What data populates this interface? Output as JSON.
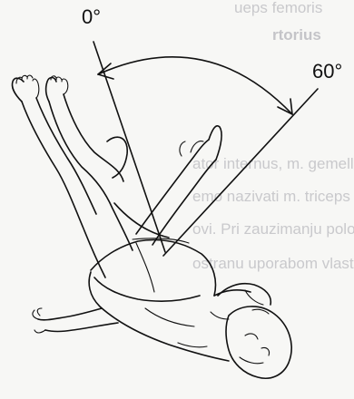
{
  "angle_labels": {
    "start": "0°",
    "end": "60°"
  },
  "bleed_text": [
    "ueps femoris",
    "rtorius",
    "ator internus, m. gemellus sup",
    "emo nazivati m. triceps coxa",
    "ovi. Pri zauzimanju položaj",
    "ostranu uporabom vlastitu"
  ],
  "colors": {
    "ink": "#111111",
    "paper": "#f7f7f5",
    "bleed": "#c9c9cc"
  }
}
